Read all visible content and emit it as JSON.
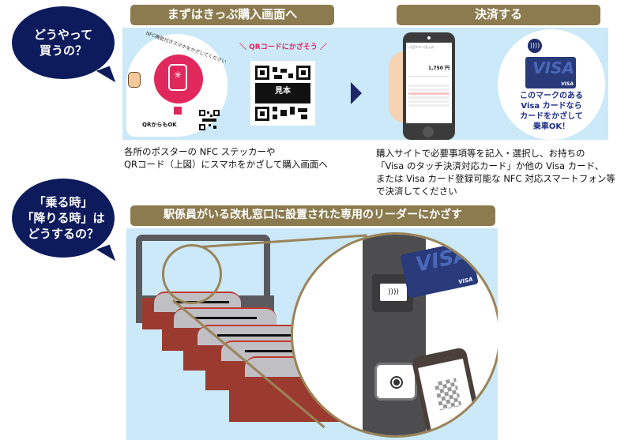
{
  "bubbles": {
    "how_to_buy": [
      "どうやって",
      "買うの？"
    ],
    "boarding": [
      "「乗る時」",
      "「降りる時」は",
      "どうするの？"
    ]
  },
  "step1": {
    "header": "まずはきっぷ購入画面へ",
    "sticker": {
      "arc_text": "NFC機能付きスマホをかざしてください",
      "qr_ok": "QRからもOK"
    },
    "qr_callout": "＼ QRコードにかざそう ／",
    "qr_sample_label": "見本",
    "description": [
      "各所のポスターの NFC ステッカーや",
      "QRコード（上図）にスマホをかざして購入画面へ"
    ]
  },
  "step2": {
    "header": "決済する",
    "phone_screen": {
      "title": "一日フリーきっぷ",
      "price": "1,750 円"
    },
    "visa": {
      "card_brand": "VISA",
      "contactless_symbol": "))))",
      "caption": [
        "このマークのある",
        "Visa カードなら",
        "カードをかざして",
        "乗車OK！"
      ]
    },
    "description": [
      "購入サイトで必要事項等を記入・選択し、お持ちの",
      "「Visa のタッチ決済対応カード」か他の Visa カード、",
      "または Visa カード登録可能な NFC 対応スマートフォン等",
      "で決済してください"
    ]
  },
  "step3": {
    "header": "駅係員がいる改札窓口に設置された専用のリーダーにかざす",
    "reader_card_brand": "VISA",
    "reader_contactless_symbol": "))))"
  },
  "colors": {
    "bubble_navy": "#0d1a5c",
    "header_gold": "#8c7b4e",
    "panel_blue": "#cbe9f8",
    "accent_pink": "#e0285c",
    "visa_blue": "#283a7a",
    "gate_red": "#9b3a2e"
  }
}
